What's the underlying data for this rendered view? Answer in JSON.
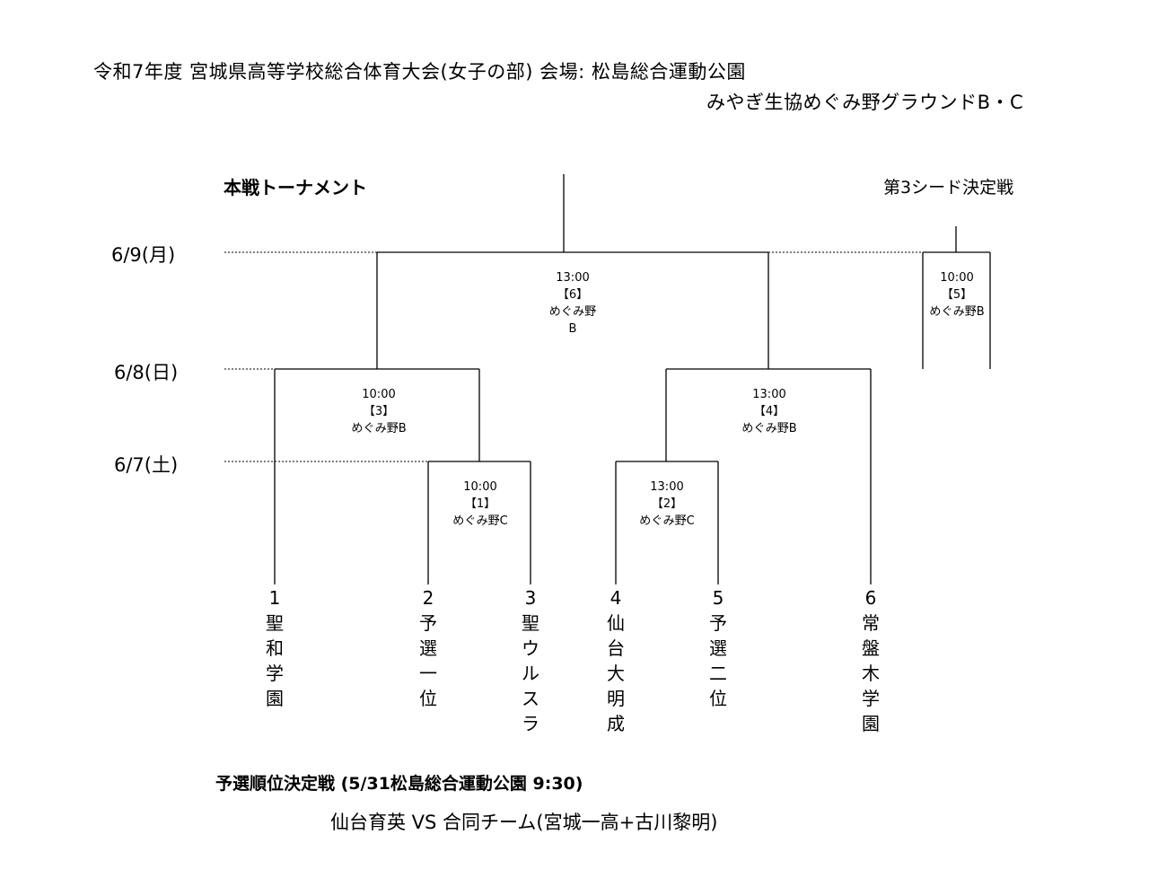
{
  "header": {
    "line1": "令和7年度  宮城県高等学校総合体育大会(女子の部) 会場: 松島総合運動公園",
    "line2": "みやぎ生協めぐみ野グラウンドB・C"
  },
  "labels": {
    "main_tournament": "本戦トーナメント",
    "third_seed": "第3シード決定戦"
  },
  "dates": {
    "d1": "6/9(月)",
    "d2": "6/8(日)",
    "d3": "6/7(土)"
  },
  "matches": {
    "m6": {
      "time": "13:00",
      "no": "【6】",
      "venue": "めぐみ野",
      "venue2": "B"
    },
    "m5": {
      "time": "10:00",
      "no": "【5】",
      "venue": "めぐみ野B"
    },
    "m3": {
      "time": "10:00",
      "no": "【3】",
      "venue": "めぐみ野B"
    },
    "m4": {
      "time": "13:00",
      "no": "【4】",
      "venue": "めぐみ野B"
    },
    "m1": {
      "time": "10:00",
      "no": "【1】",
      "venue": "めぐみ野C"
    },
    "m2": {
      "time": "13:00",
      "no": "【2】",
      "venue": "めぐみ野C"
    }
  },
  "teams": [
    {
      "num": "1",
      "name": [
        "聖",
        "和",
        "学",
        "園"
      ]
    },
    {
      "num": "2",
      "name": [
        "予",
        "選",
        "一",
        "位"
      ]
    },
    {
      "num": "3",
      "name": [
        "聖",
        "ウ",
        "ル",
        "ス",
        "ラ"
      ]
    },
    {
      "num": "4",
      "name": [
        "仙",
        "台",
        "大",
        "明",
        "成"
      ]
    },
    {
      "num": "5",
      "name": [
        "予",
        "選",
        "二",
        "位"
      ]
    },
    {
      "num": "6",
      "name": [
        "常",
        "盤",
        "木",
        "学",
        "園"
      ]
    }
  ],
  "prelim": {
    "title": "予選順位決定戦 (5/31松島総合運動公園 9:30)",
    "matchup": "仙台育英  VS  合同チーム(宮城一高+古川黎明)"
  }
}
